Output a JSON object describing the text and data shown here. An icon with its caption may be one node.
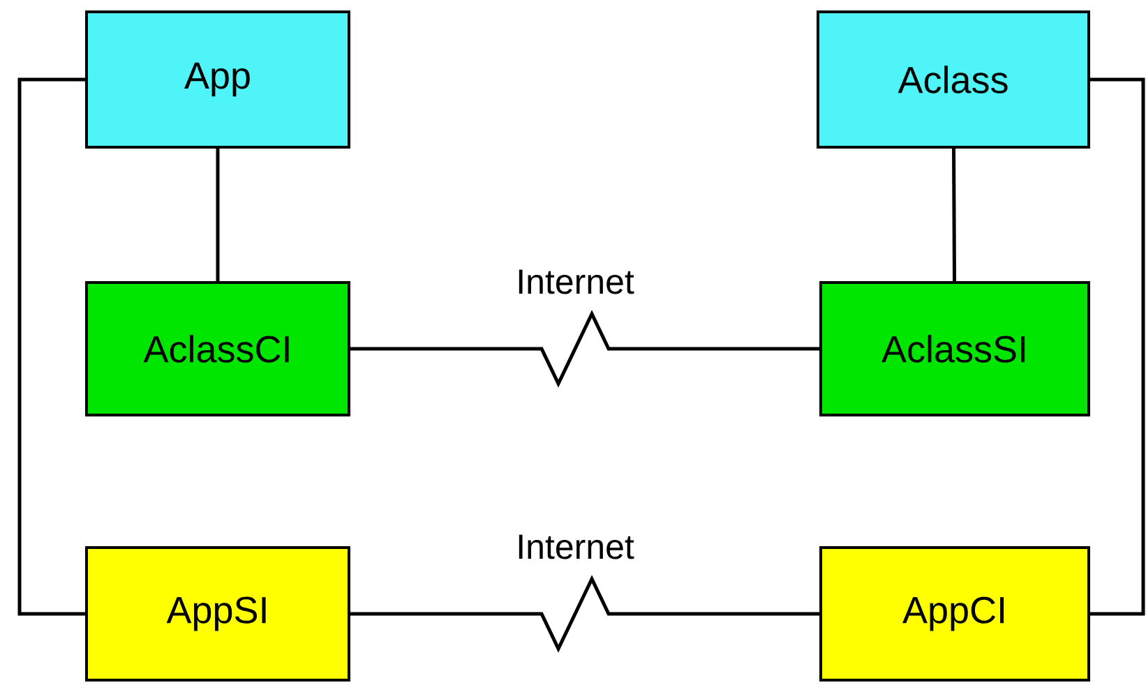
{
  "diagram": {
    "nodes": [
      {
        "text": [
          "App"
        ]
      },
      {
        "text": [
          "Aclass"
        ]
      },
      {
        "text": [
          "AclassCI"
        ]
      },
      {
        "text": [
          "AclassSI"
        ]
      },
      {
        "text": [
          "AppSI"
        ]
      },
      {
        "text": [
          "AppCI"
        ]
      }
    ],
    "edges": [
      {
        "from": 0,
        "to": 2,
        "arrow": "none"
      },
      {
        "from": 1,
        "to": 3,
        "arrow": "none"
      },
      {
        "from": 2,
        "to": 3,
        "arrow": "none",
        "label": "Internet"
      },
      {
        "from": 4,
        "to": 5,
        "arrow": "none",
        "label": "Internet"
      },
      {
        "from": 0,
        "to": 4,
        "arrow": "none"
      },
      {
        "from": 1,
        "to": 5,
        "arrow": "none"
      }
    ]
  }
}
